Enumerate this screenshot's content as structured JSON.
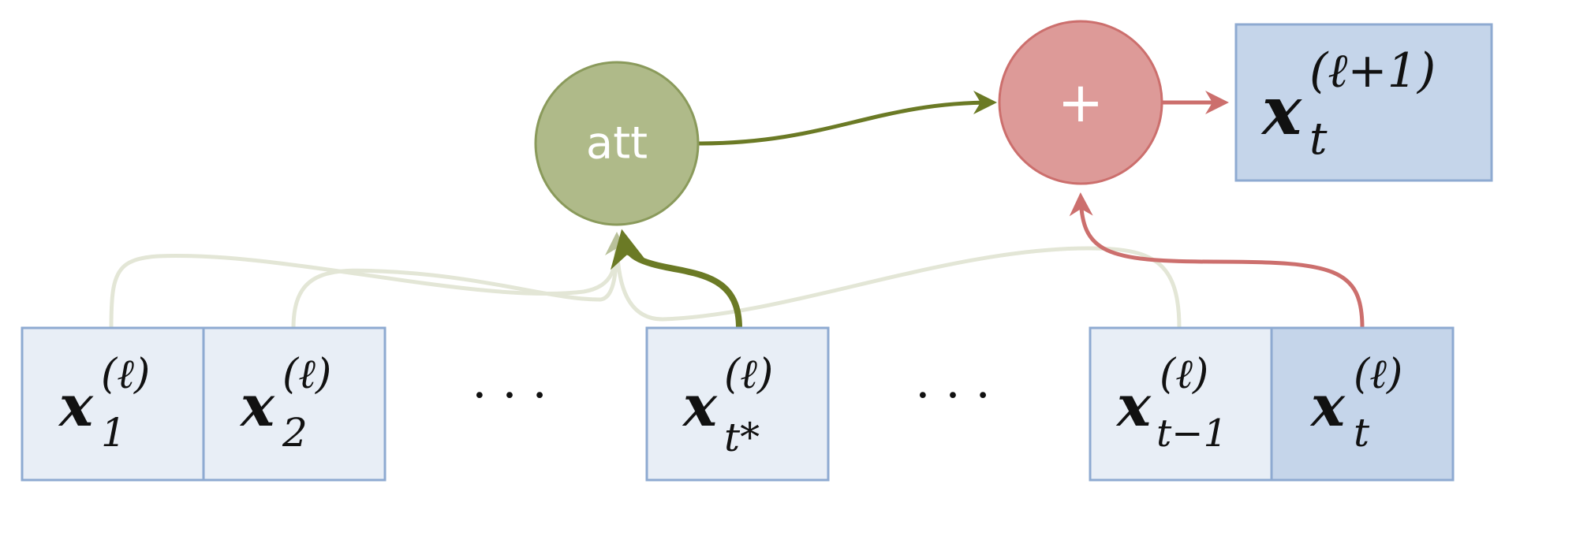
{
  "nodes": {
    "att": {
      "label": "att",
      "fill": "#afba89",
      "stroke": "#8a9a5b"
    },
    "plus": {
      "label": "+",
      "fill": "#dd9a98",
      "stroke": "#cc6f6d"
    }
  },
  "colors": {
    "cell_fill": "#e8eef6",
    "cell_fill_current": "#c5d5ea",
    "cell_stroke": "#8eaad1",
    "arrow_green": "#6b7a25",
    "arrow_faint": "#e3e6d6",
    "arrow_red": "#cc6f6d"
  },
  "cells": [
    {
      "var": "x",
      "sub": "1",
      "sup": "(ℓ)"
    },
    {
      "var": "x",
      "sub": "2",
      "sup": "(ℓ)"
    },
    {
      "var": "x",
      "sub": "t*",
      "sup": "(ℓ)"
    },
    {
      "var": "x",
      "sub": "t−1",
      "sup": "(ℓ)"
    },
    {
      "var": "x",
      "sub": "t",
      "sup": "(ℓ)"
    }
  ],
  "ellipsis": [
    "· · ·",
    "· · ·"
  ],
  "output": {
    "var": "x",
    "sub": "t",
    "sup": "(ℓ+1)"
  }
}
